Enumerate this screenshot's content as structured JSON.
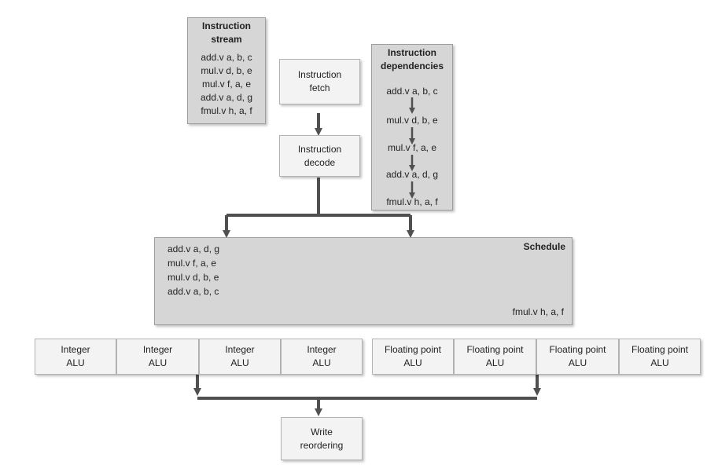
{
  "stream_box": {
    "title": [
      "Instruction",
      "stream"
    ],
    "instructions": [
      "add.v a, b, c",
      "mul.v d, b, e",
      "mul.v f, a, e",
      "add.v a, d, g",
      "fmul.v h, a, f"
    ]
  },
  "fetch_box": {
    "lines": [
      "Instruction",
      "fetch"
    ]
  },
  "decode_box": {
    "lines": [
      "Instruction",
      "decode"
    ]
  },
  "deps_box": {
    "title": [
      "Instruction",
      "dependencies"
    ],
    "instructions": [
      "add.v a, b, c",
      "mul.v d, b, e",
      "mul.v f, a, e",
      "add.v a, d, g",
      "fmul.v h, a, f"
    ]
  },
  "schedule_box": {
    "title": "Schedule",
    "instructions": [
      "add.v a, d, g",
      "mul.v f, a, e",
      "mul.v d, b, e",
      "add.v a, b, c"
    ],
    "fp_instruction": "fmul.v h, a, f"
  },
  "integer_alus": [
    {
      "line1": "Integer",
      "line2": "ALU"
    },
    {
      "line1": "Integer",
      "line2": "ALU"
    },
    {
      "line1": "Integer",
      "line2": "ALU"
    },
    {
      "line1": "Integer",
      "line2": "ALU"
    }
  ],
  "fp_alus": [
    {
      "line1": "Floating point",
      "line2": "ALU"
    },
    {
      "line1": "Floating point",
      "line2": "ALU"
    },
    {
      "line1": "Floating point",
      "line2": "ALU"
    },
    {
      "line1": "Floating point",
      "line2": "ALU"
    }
  ],
  "write_box": {
    "lines": [
      "Write",
      "reordering"
    ]
  },
  "colors": {
    "arrow": "#505050",
    "box_light": "#f3f3f3",
    "box_gray": "#d6d6d6",
    "border": "#b3b3b3"
  }
}
